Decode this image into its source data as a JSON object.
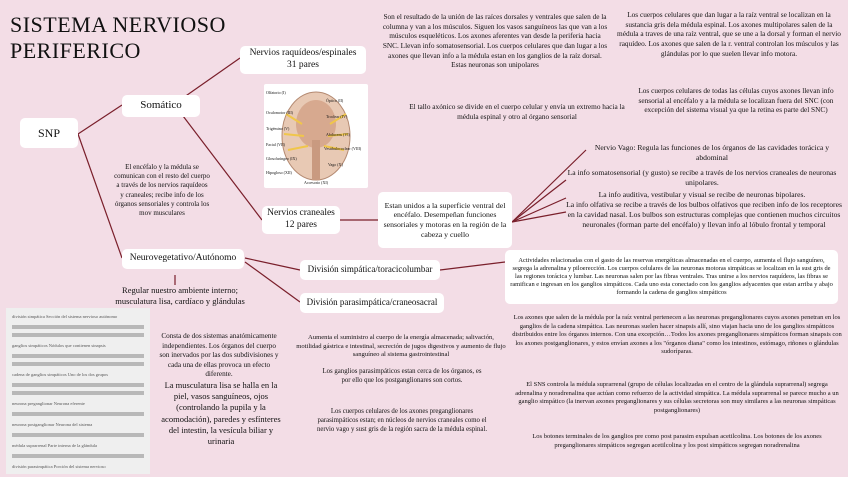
{
  "title": {
    "line1": "SISTEMA NERVIOSO",
    "line2": "PERIFERICO"
  },
  "snp": "SNP",
  "somatico": "Somático",
  "somatico_desc": "El encéfalo y la médula se comunican con el resto del cuerpo a través de los nervios raquídeos y craneales; recibe info de los órganos sensoriales y controla los mov musculares",
  "raquideos": {
    "label": "Nervios raquídeos/espinales",
    "count": "31 pares"
  },
  "raquideos_desc": "Son el resultado de la unión de las raíces dorsales y ventrales que salen de la columna y van a los músculos. Siguen los vasos sanguíneos las que van a los músculos esqueléticos. Los axones aferentes van desde la periferia hacia SNC. Llevan info somatosensorial. Los cuerpos celulares que dan lugar a los axones que llevan info a la médula estan en los ganglios de la raíz dorsal. Estas neuronas son unipolares",
  "raquideos_tallo": "El tallo axónico se divide en el cuerpo celular y envía un extremo hacia la médula espinal y otro al órgano sensorial",
  "ventral": "Los cuerpos celulares que dan lugar a la raíz ventral se localizan en la sustancia gris dela médula espinal. Los axones multipolares salen de la médula a traves de una raíz ventral, que se une a la dorsal y forman el nervio raquídeo. Los axones que salen de la r. ventral controlan los músculos y las glándulas por lo que suelen llevar info motora.",
  "celulas": "Los cuerpos celulares de todas las células cuyos axones llevan info sensorial al encéfalo y a la médula se localizan fuera del SNC (con excepción del sistema visual ya que la retina es parte del SNC)",
  "craneales": {
    "label": "Nervios craneales",
    "count": "12 pares"
  },
  "craneales_desc": "Estan unidos a la superficie ventral del encéfalo. Desempeñan funciones sensoriales y motoras en la región de la cabeza y cuello",
  "vago": "Nervio Vago: Regula las funciones de los órganos de las cavidades torácica y abdominal",
  "somatosens": "La info somatosensorial (y gusto) se recibe a través de los nervios craneales de neuronas unipolares.",
  "auditiva": "La info auditiva, vestibular y visual se recibe de neuronas bipolares.",
  "olfativa": "La info olfativa se recibe a través de los bulbos olfativos que reciben info de los receptores en la cavidad nasal. Los bulbos son estructuras complejas que contienen muchos circuitos neuronales (forman parte del encéfalo) y llevan info al lóbulo frontal y temporal",
  "brain_labels": [
    "Olfatorio (I)",
    "Óptico (II)",
    "Oculomotor (III)",
    "Troclear (IV)",
    "Trigémino (V)",
    "Abducens (VI)",
    "Facial (VII)",
    "Vestibulococlear (VIII)",
    "Glosofaríngeo (IX)",
    "Vago (X)",
    "Hipogloso (XII)",
    "Accesorio (XI)"
  ],
  "neuro": "Neurovegetativo/Autónomo",
  "neuro_desc": "Regular nuestro ambiente interno; musculatura lisa, cardíaco y glándulas",
  "simpatica": "División simpática/toracicolumbar",
  "parasimpatica": "División parasimpática/craneosacral",
  "simp_desc": "Actividades relacionadas con el gasto de las reservas energéticas almacenadas en el cuerpo, aumenta el flujo sanguíneo, segrega la adrenalina y piloerección. Los cuerpos celulares de las neuronas motoras simpáticas se localizan en la sust gris de las regiones torácica y lumbar. Las neuronas salen por las fibras ventrales. Tras unirse a los nervios raquídeos, las fibras se ramifican e ingresan en los ganglios simpáticos. Cada uno esta conectado con los ganglios adyacentes que estan arriba y abajo formando la cadena de ganglios simpáticos",
  "consta": "Consta de dos sistemas anatómicamente independientes. Los órganos del cuerpo son inervados por las dos subdivisiones y cada una de ellas provoca un efecto diferente.",
  "musculatura": "La musculatura lisa se halla en la piel, vasos sanguíneos, ojos (controlando la pupila y la acomodación), paredes y esfínteres del intestin, la vesícula biliar y urinaria",
  "para_desc1": "Aumenta el suministro al cuerpo de la energía almacenada; salivación, motilidad gástrica e intestinal, secreción de jugos digestivos y aumento de flujo sanguíneo al sistema gastrointestinal",
  "para_desc2": "Los ganglios parasimpáticos estan cerca de los órganos, es por ello que los postganglionares son cortos.",
  "para_desc3": "Los cuerpos celulares de los axones preganglionares parasimpáticos estan; en núcleos de nervios craneales como el nervio vago y sust gris de la región sacra de la médula espinal.",
  "pregang": "Los axones que salen de la médula por la raíz ventral pertenecen a las neuronas preganglionares cuyos axones penetran en los ganglios de la cadena simpática. Las neuronas suelen hacer sinapsis allí, sino viajan hacia uno de los ganglios simpáticos distribuidos entre los órganos internos. Con una excepción…Todos los axones preganglionares simpáticos forman sinapsis con los axones postganglionares, y estos envían axones a los \"órganos diana\" como los intestinos, estómago, riñones o glándulas sudoríparas.",
  "suprarrenal": "El SNS controla la médula suprarrenal (grupo de células localizadas en el centro de la glándula suprarrenal) segrega adrenalina y noradrenalina que actúan como refuerzo de la actividad simpática. La médula suprarrenal se parece mucho a un ganglio simpático (la inervan axones preganglionares y sus células secretoras son muy similares a las neuronas simpáticas postganglionares)",
  "botones": "Los botones terminales de los ganglios pre como post parasim expulsan acetilcolina. Los botones de los axones preganglionares simpáticos segregan acetilcolina y los post simpáticos segregan noradrenalina",
  "scan_lines": [
    "división simpática Sección del sistema nervioso autónomo",
    "ganglios simpáticos Nódulos que contienen sinapsis",
    "cadena de ganglios simpáticos Uno de los dos grupos",
    "neurona preganglionar Neurona eferente",
    "neurona postganglionar Neurona del sistema",
    "médula suprarrenal Parte interna de la glándula",
    "división parasimpática Porción del sistema nervioso"
  ]
}
